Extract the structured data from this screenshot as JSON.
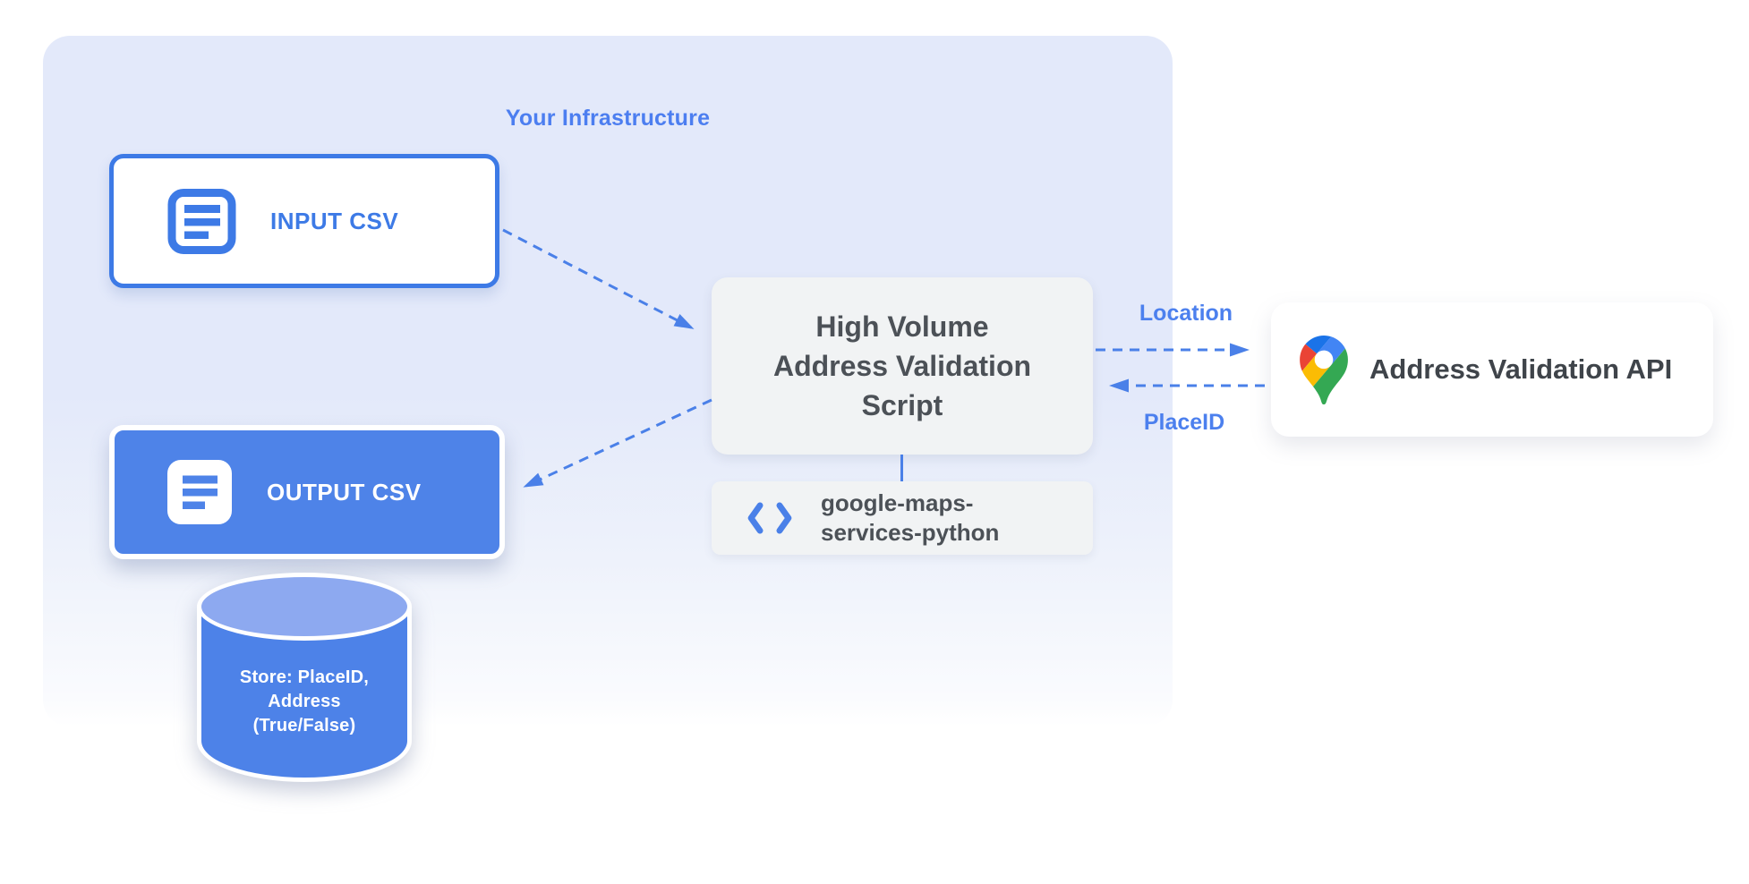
{
  "title": "Your Infrastructure",
  "input_csv": {
    "label": "INPUT CSV"
  },
  "output_csv": {
    "label": "OUTPUT CSV"
  },
  "datastore": {
    "lines": [
      "Store: PlaceID,",
      "Address",
      "(True/False)"
    ]
  },
  "script": {
    "lines": [
      "High Volume",
      "Address Validation",
      "Script"
    ]
  },
  "library": {
    "lines": [
      "google-maps-",
      "services-python"
    ]
  },
  "api": {
    "label": "Address Validation API"
  },
  "flow_labels": {
    "location": "Location",
    "place_id": "PlaceID"
  },
  "colors": {
    "accent_blue": "#4a80e8",
    "text_blue": "#4c7ef0",
    "input_border_blue": "#3d7ae6",
    "container_fill": "#e3e9fa",
    "box_gray": "#f1f3f4",
    "dark_text": "#4c5157",
    "cylinder_body": "#4d82e8",
    "cylinder_top": "#8da9f0",
    "pin_dark_blue": "#1a73e8",
    "pin_blue": "#4285f4",
    "pin_red": "#ea4335",
    "pin_yellow": "#fbbc04",
    "pin_green": "#34a853"
  }
}
